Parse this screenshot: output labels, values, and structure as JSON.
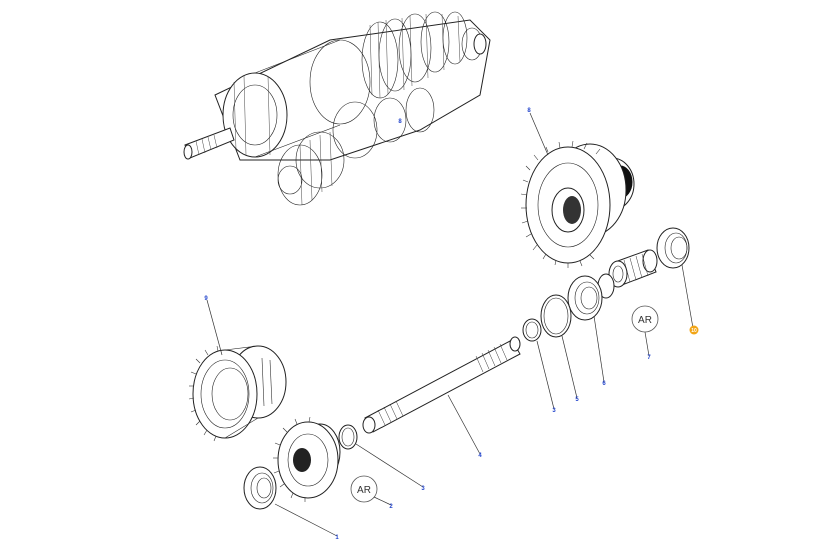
{
  "callouts": {
    "c1": "1",
    "c2": "2",
    "c3a": "3",
    "c3b": "3",
    "c4": "4",
    "c5": "5",
    "c6": "6",
    "c7": "7",
    "c8": "8",
    "c9": "9",
    "c10": "10",
    "c_assembly": "8"
  },
  "ar_labels": {
    "upper": "AR",
    "lower": "AR"
  },
  "colors": {
    "callout_blue": "#2244cc",
    "highlight_orange": "#f2a516",
    "line": "#222222"
  }
}
